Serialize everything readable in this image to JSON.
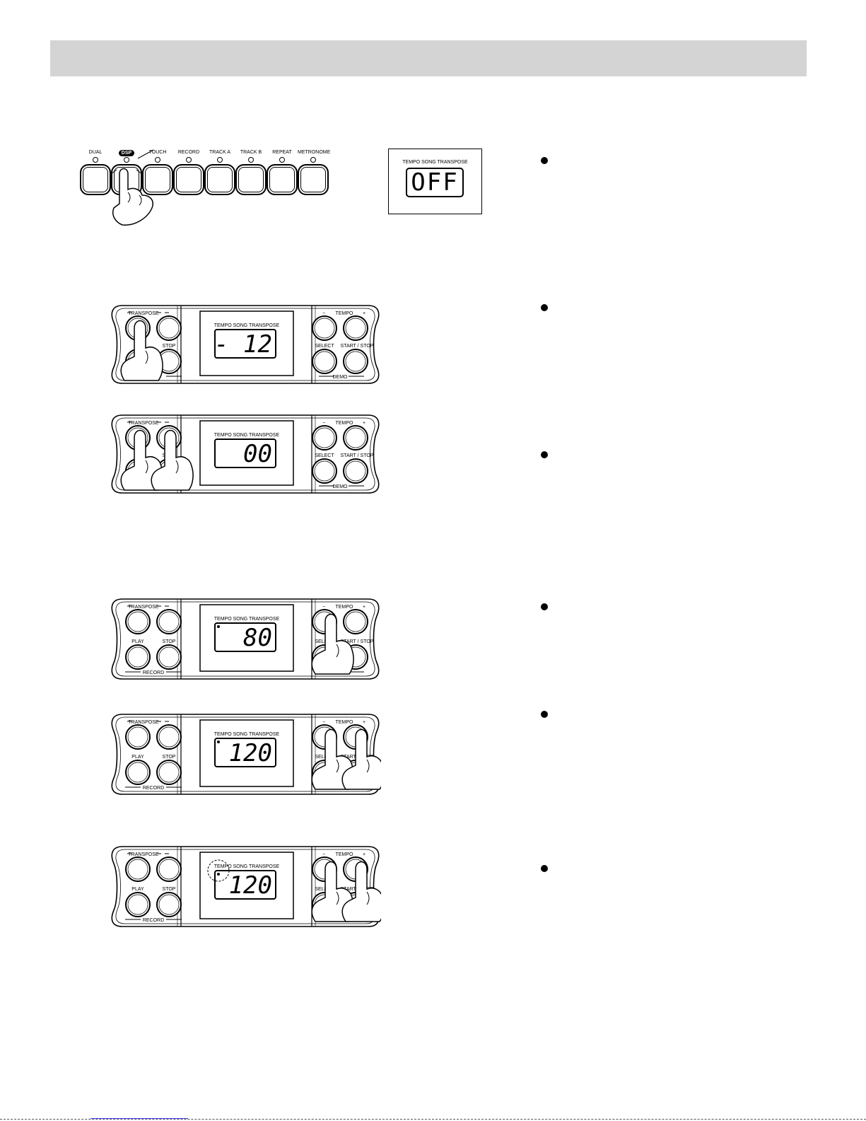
{
  "header": {
    "title": ""
  },
  "button_row": {
    "buttons": [
      {
        "label": "DUAL"
      },
      {
        "label": "DSP"
      },
      {
        "label": "TOUCH"
      },
      {
        "label": "RECORD"
      },
      {
        "label": "TRACK A"
      },
      {
        "label": "TRACK B"
      },
      {
        "label": "REPEAT"
      },
      {
        "label": "METRONOME"
      }
    ]
  },
  "display_box": {
    "indicators": "TEMPO  SONG  TRANSPOSE",
    "value": "OFF"
  },
  "panel_labels": {
    "transpose": "TRANSPOSE",
    "tempo": "TEMPO",
    "minus": "−",
    "plus": "+",
    "indicators": "TEMPO  SONG  TRANSPOSE",
    "play": "PLAY",
    "stop": "STOP",
    "record": "RECORD",
    "select": "SELECT",
    "start_stop": "START / STOP",
    "demo": "DEMO"
  },
  "panels": [
    {
      "id": "transpose-down",
      "value": "- 12"
    },
    {
      "id": "transpose-reset",
      "value": "00"
    },
    {
      "id": "tempo-down",
      "value": "80"
    },
    {
      "id": "tempo-reset",
      "value": "120"
    },
    {
      "id": "tempo-indicator",
      "value": "120"
    }
  ]
}
